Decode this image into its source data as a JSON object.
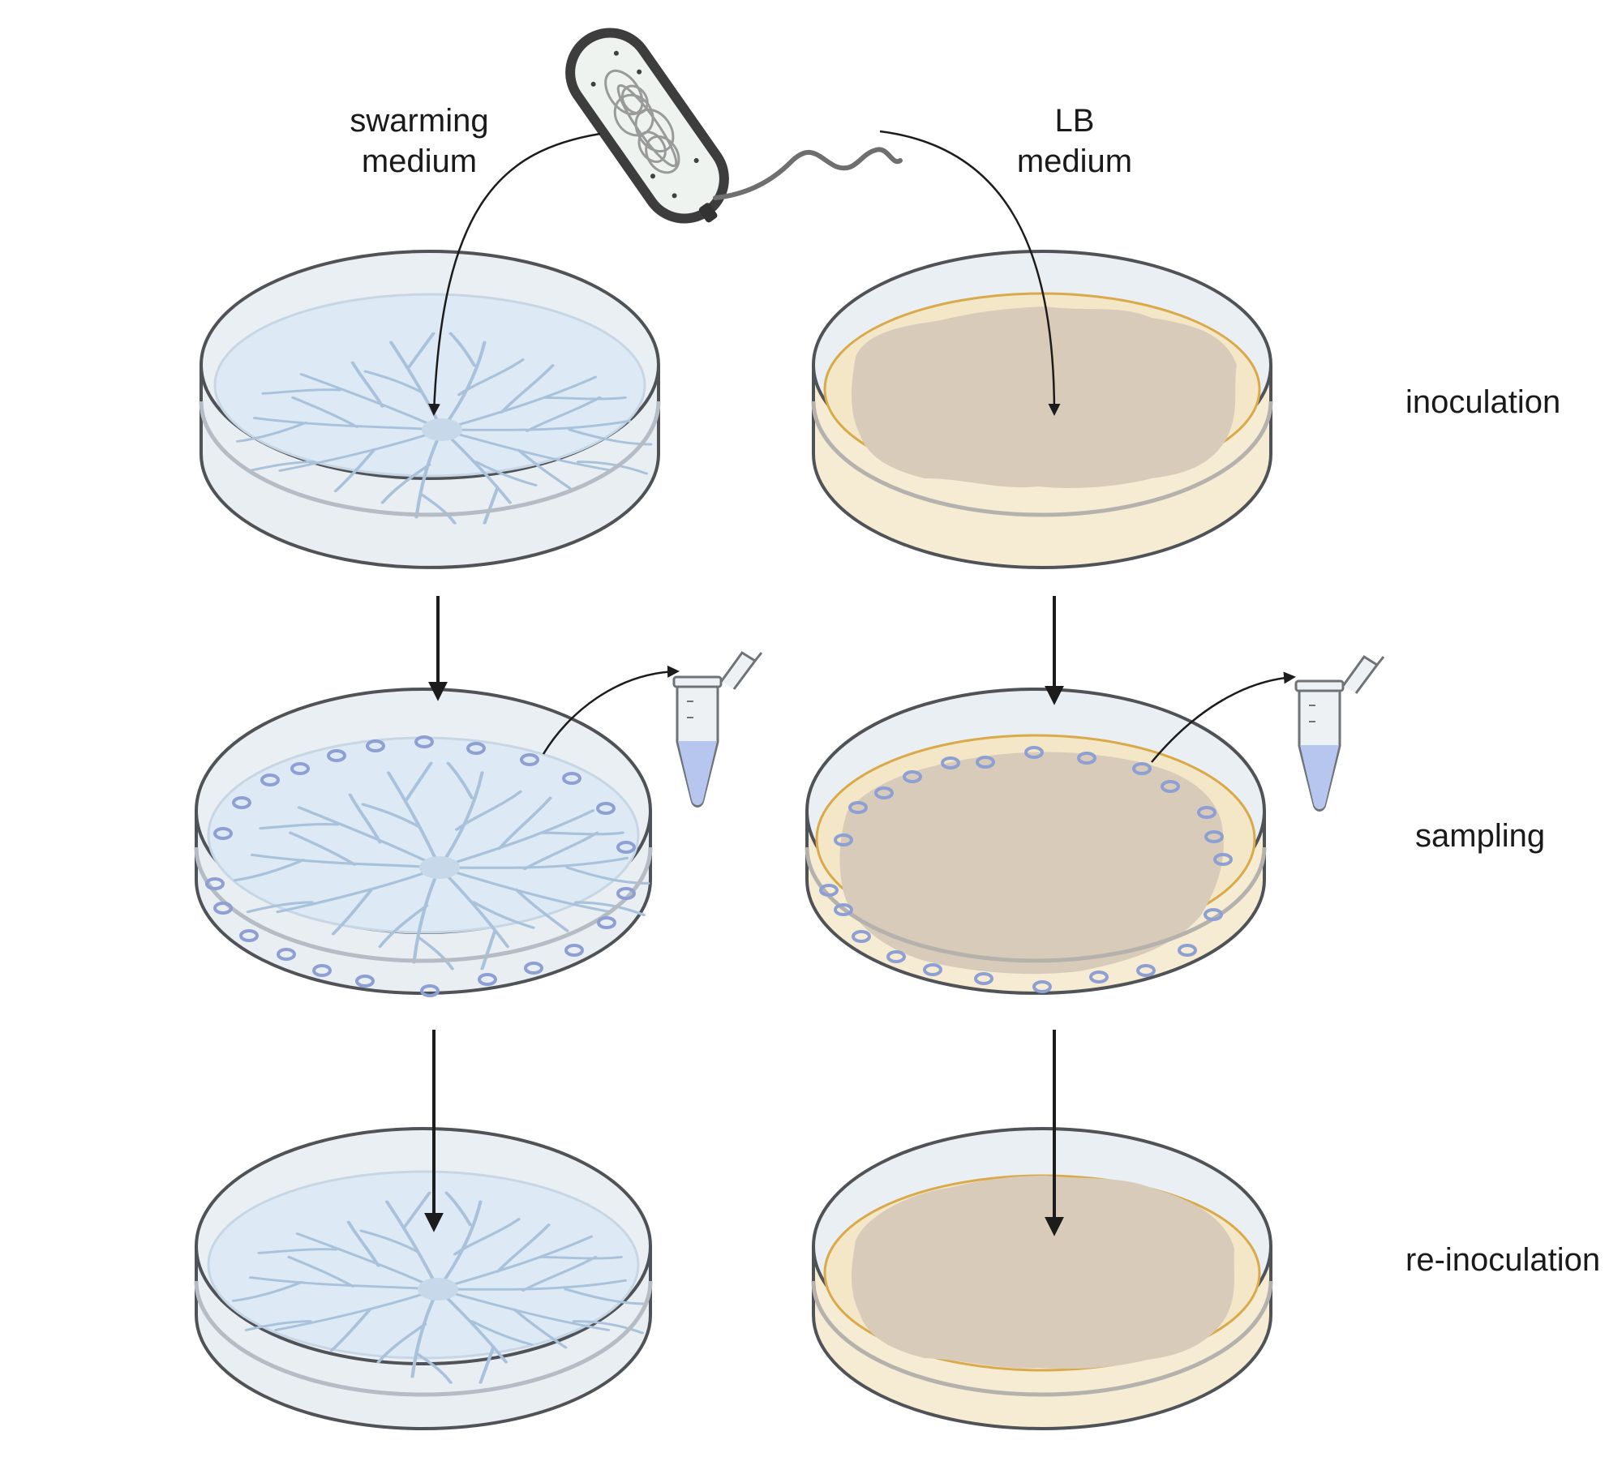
{
  "labels": {
    "swarming_line1": "swarming",
    "swarming_line2": "medium",
    "lb_line1": "LB",
    "lb_line2": "medium",
    "step_inoculation": "inoculation",
    "step_sampling": "sampling",
    "step_reinoculation": "re-inoculation"
  },
  "colors": {
    "swarm_agar": "#dde9f4",
    "swarm_veins": "#a9c2dc",
    "lb_agar": "#f4e7c8",
    "lb_colony": "#d9cbba",
    "lb_rim": "#d9a94a",
    "sample_ring": "#8d9fd3",
    "dish_outline": "#4f5256",
    "arrow": "#1c1c1c",
    "tube_liquid": "#b7c6ee"
  },
  "steps": [
    "inoculation",
    "sampling",
    "re-inoculation"
  ],
  "icons": [
    "bacterium-icon",
    "petri-dish-icon",
    "microcentrifuge-tube-icon"
  ]
}
